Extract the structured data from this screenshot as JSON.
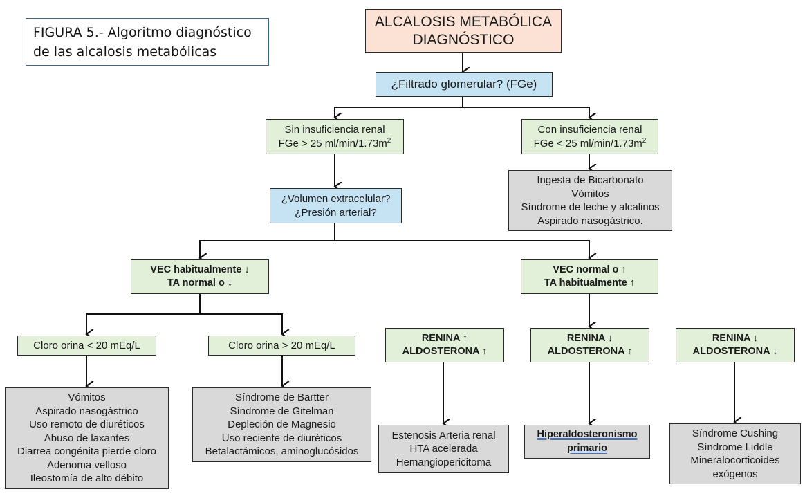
{
  "figure_caption": {
    "line1": "FIGURA 5.- Algoritmo diagnóstico",
    "line2": "de las alcalosis metabólicas"
  },
  "nodes": {
    "root": {
      "lines": [
        "ALCALOSIS METABÓLICA",
        "DIAGNÓSTICO"
      ]
    },
    "fge_question": {
      "lines": [
        "¿Filtrado glomerular? (FGe)"
      ]
    },
    "sin_ir": {
      "line1": "Sin insuficiencia renal",
      "line2": "FGe > 25 ml/min/1.73m",
      "sup": "2"
    },
    "con_ir": {
      "line1": "Con insuficiencia renal",
      "line2": "FGe < 25 ml/min/1.73m",
      "sup": "2"
    },
    "con_ir_causes": {
      "lines": [
        "Ingesta de Bicarbonato",
        "Vómitos",
        "Síndrome de leche y alcalinos",
        "Aspirado nasogástrico."
      ]
    },
    "vec_question": {
      "lines": [
        "¿Volumen extracelular?",
        "¿Presión arterial?"
      ]
    },
    "vec_low": {
      "lines": [
        "VEC habitualmente ↓",
        "TA normal o ↓"
      ]
    },
    "vec_high": {
      "lines": [
        "VEC normal o ↑",
        "TA  habitualmente ↑"
      ]
    },
    "cloro_low": {
      "lines": [
        "Cloro orina < 20 mEq/L"
      ]
    },
    "cloro_high": {
      "lines": [
        "Cloro orina > 20 mEq/L"
      ]
    },
    "cloro_low_causes": {
      "lines": [
        "Vómitos",
        "Aspirado nasogástrico",
        "Uso remoto de diuréticos",
        "Abuso de laxantes",
        "Diarrea congénita pierde cloro",
        "Adenoma velloso",
        "Ileostomía de alto débito"
      ]
    },
    "cloro_high_causes": {
      "lines": [
        "Síndrome de Bartter",
        "Síndrome de Gitelman",
        "Depleción de Magnesio",
        "Uso reciente de diuréticos",
        "Betalactámicos, aminoglucósidos"
      ]
    },
    "renin_up_aldo_up": {
      "lines": [
        "RENINA ↑",
        "ALDOSTERONA ↑"
      ]
    },
    "renin_down_aldo_up": {
      "lines": [
        "RENINA ↓",
        "ALDOSTERONA ↑"
      ]
    },
    "renin_down_aldo_down": {
      "lines": [
        "RENINA ↓",
        "ALDOSTERONA ↓"
      ]
    },
    "renin_up_causes": {
      "lines": [
        "Estenosis Arteria renal",
        "HTA acelerada",
        "Hemangiopericitoma"
      ]
    },
    "renin_down_aldo_up_causes": {
      "lines": [
        "Hiperaldosteronismo",
        "primario"
      ]
    },
    "renin_down_aldo_down_causes": {
      "lines": [
        "Síndrome Cushing",
        "Síndrome Liddle",
        "Mineralocorticoides",
        "exógenos"
      ]
    }
  },
  "colors": {
    "salmon": "#fbe2d5",
    "blue": "#c6e3f4",
    "green": "#e2f0d9",
    "gray": "#d9d9d9",
    "caption_border": "#3b6a86",
    "link_underline": "#4472c4"
  }
}
